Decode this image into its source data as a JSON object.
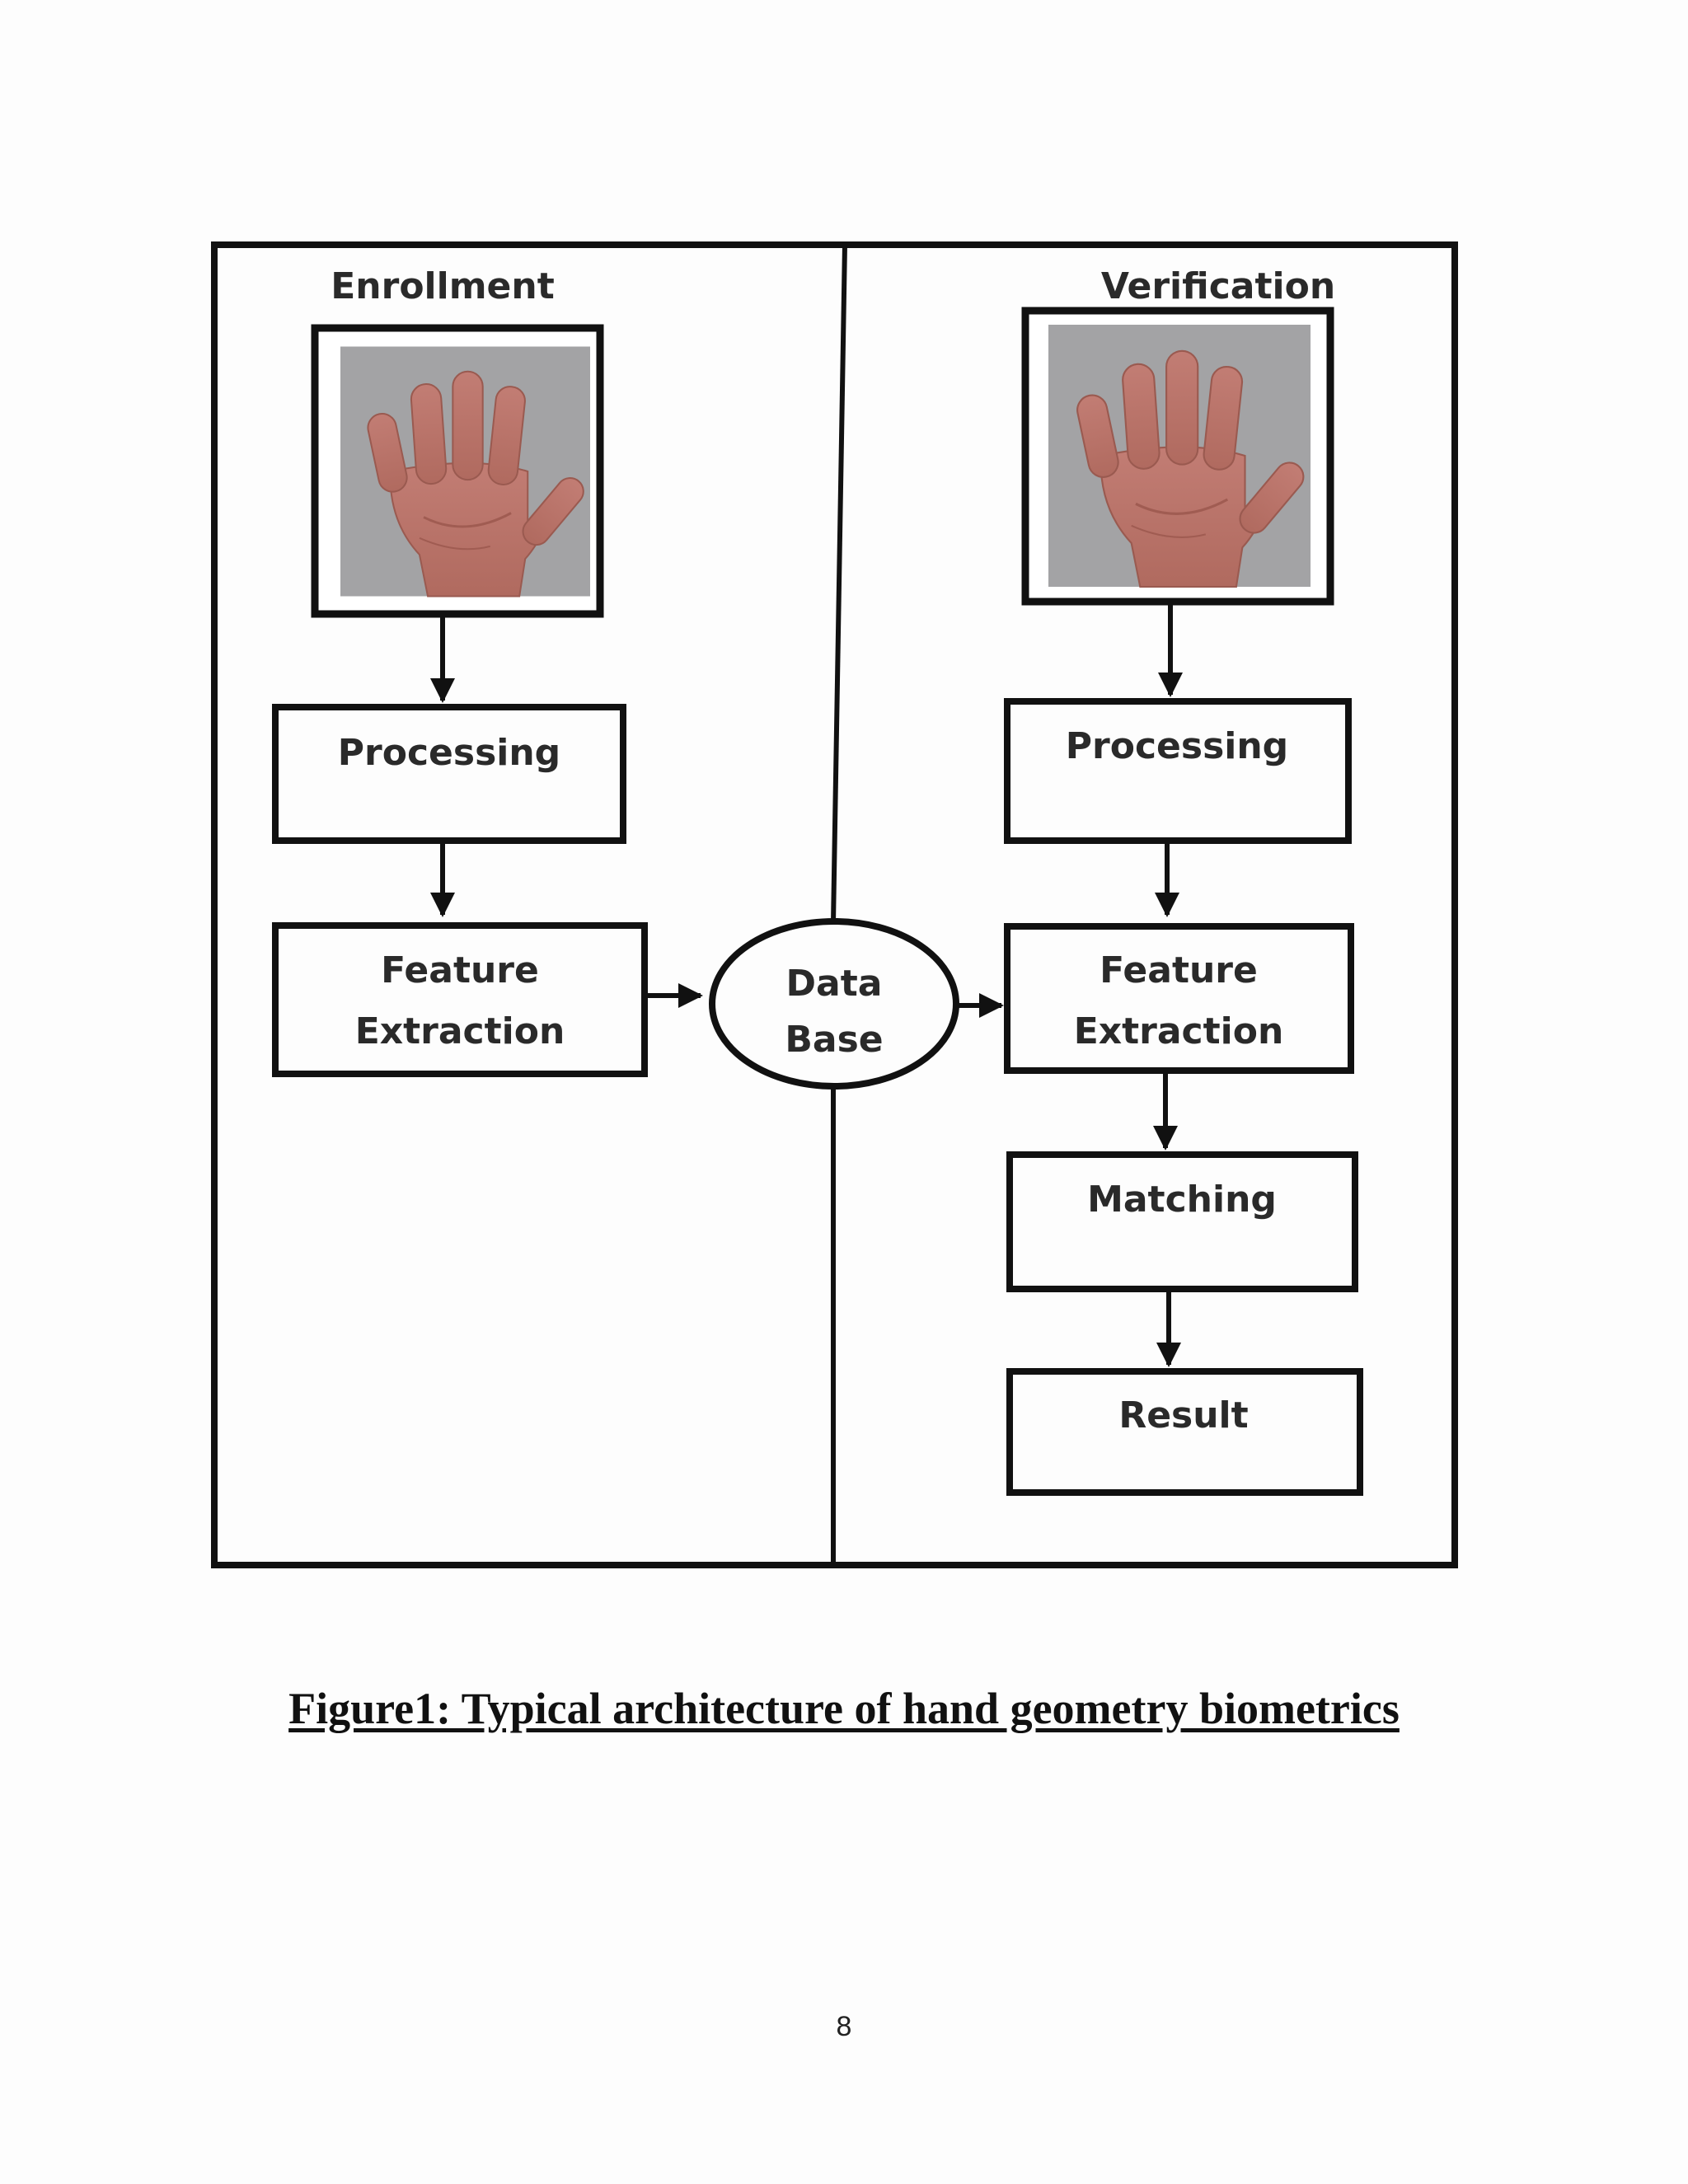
{
  "diagram": {
    "enrollment": {
      "title": "Enrollment",
      "steps": [
        "Processing",
        "Feature Extraction"
      ]
    },
    "database": {
      "line1": "Data",
      "line2": "Base"
    },
    "verification": {
      "title": "Verification",
      "steps": [
        "Processing",
        "Feature Extraction",
        "Matching",
        "Result"
      ]
    }
  },
  "caption": "Figure1:  Typical architecture of hand geometry biometrics",
  "page_number": "8"
}
